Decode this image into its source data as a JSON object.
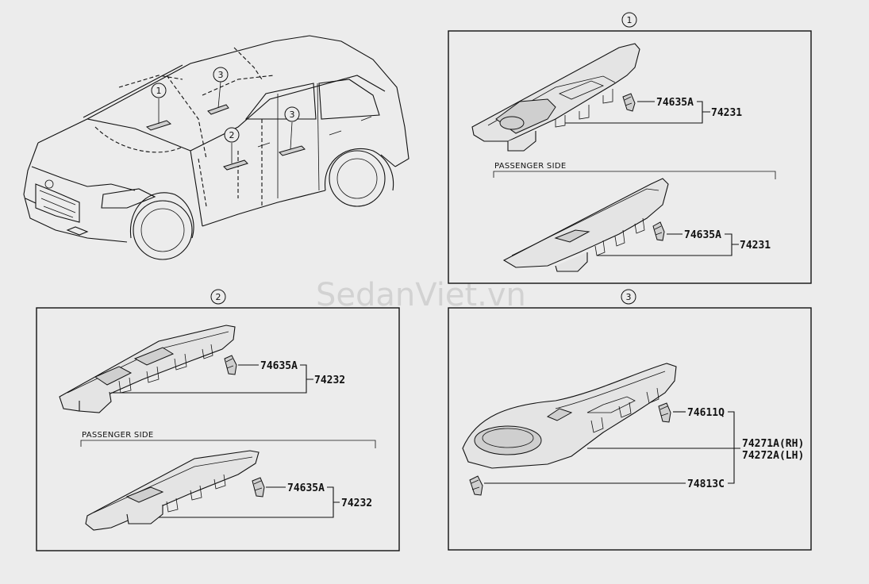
{
  "watermark": "SedanViet.vn",
  "callouts": {
    "car": [
      "1",
      "2",
      "3",
      "3"
    ],
    "sections": [
      "1",
      "2",
      "3"
    ]
  },
  "section1": {
    "upper": {
      "clip": "74635A",
      "assy": "74231"
    },
    "side_label": "PASSENGER SIDE",
    "lower": {
      "clip": "74635A",
      "assy": "74231"
    }
  },
  "section2": {
    "upper": {
      "clip": "74635A",
      "assy": "74232"
    },
    "side_label": "PASSENGER SIDE",
    "lower": {
      "clip": "74635A",
      "assy": "74232"
    }
  },
  "section3": {
    "clip_upper": "74611Q",
    "panel_rh": "74271A(RH)",
    "panel_lh": "74272A(LH)",
    "clip_lower": "74813C"
  }
}
